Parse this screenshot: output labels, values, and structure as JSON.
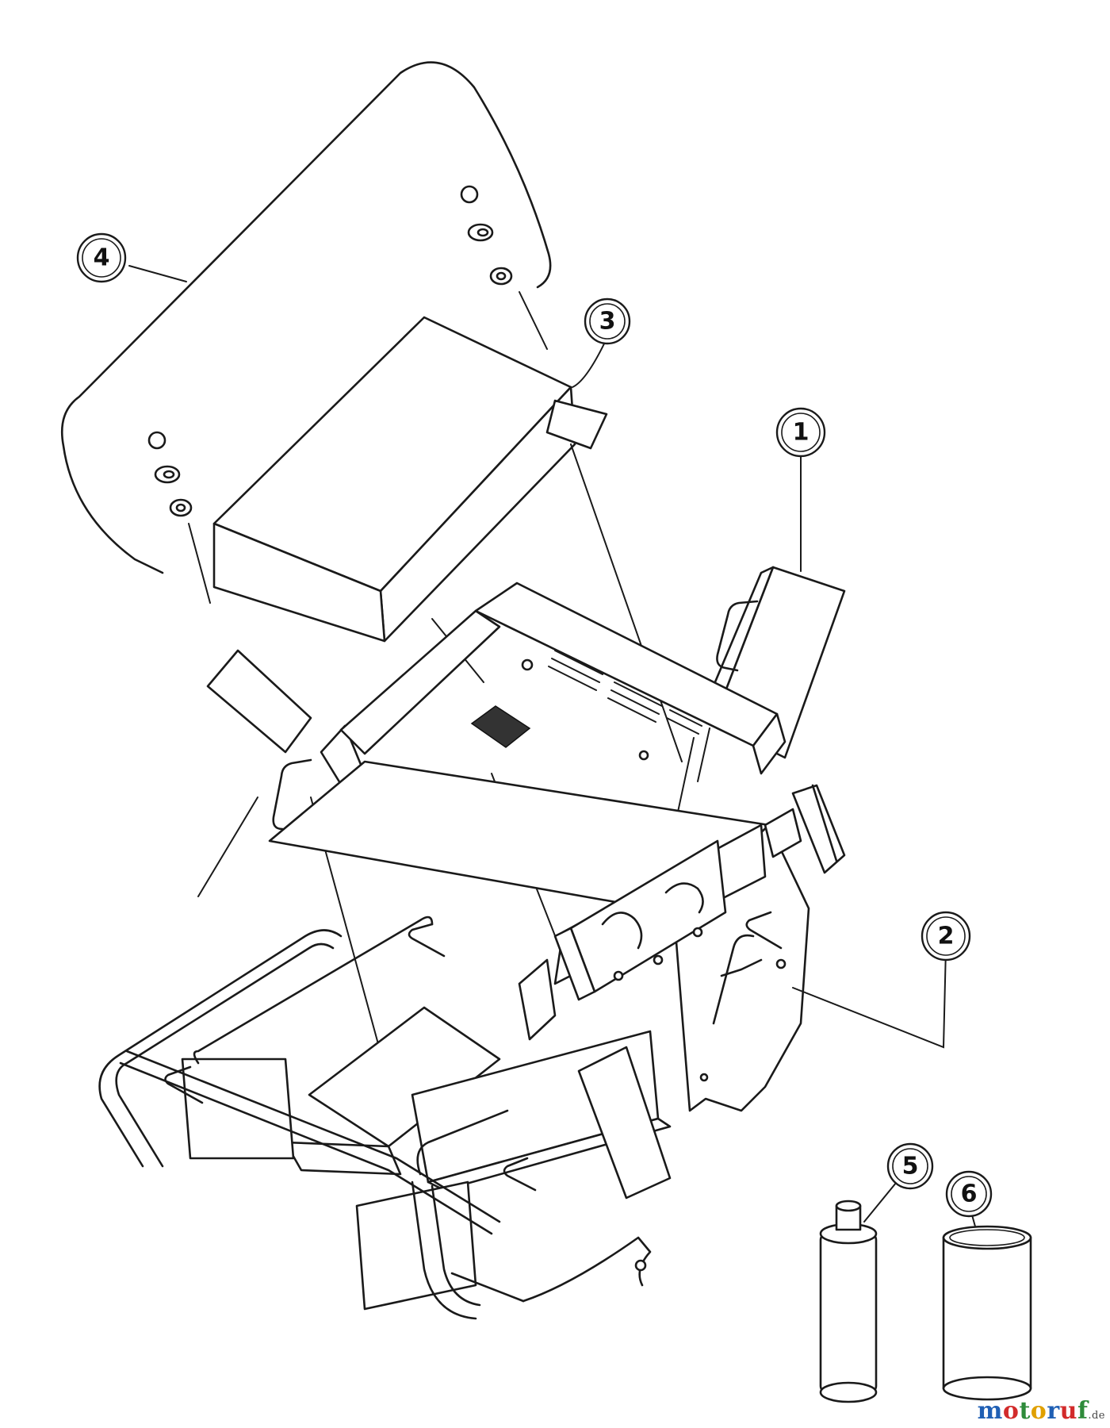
{
  "callouts": [
    {
      "id": "c1",
      "label": "1"
    },
    {
      "id": "c2",
      "label": "2"
    },
    {
      "id": "c3",
      "label": "3"
    },
    {
      "id": "c4",
      "label": "4"
    },
    {
      "id": "c5",
      "label": "5"
    },
    {
      "id": "c6",
      "label": "6"
    }
  ],
  "watermark": {
    "letters": [
      "m",
      "o",
      "t",
      "o",
      "r",
      "u",
      "f"
    ],
    "colors": [
      "#1f5fb4",
      "#d22b2b",
      "#2e8b3a",
      "#e0a000",
      "#1f5fb4",
      "#d22b2b",
      "#2e8b3a"
    ],
    "suffix": ".de"
  }
}
